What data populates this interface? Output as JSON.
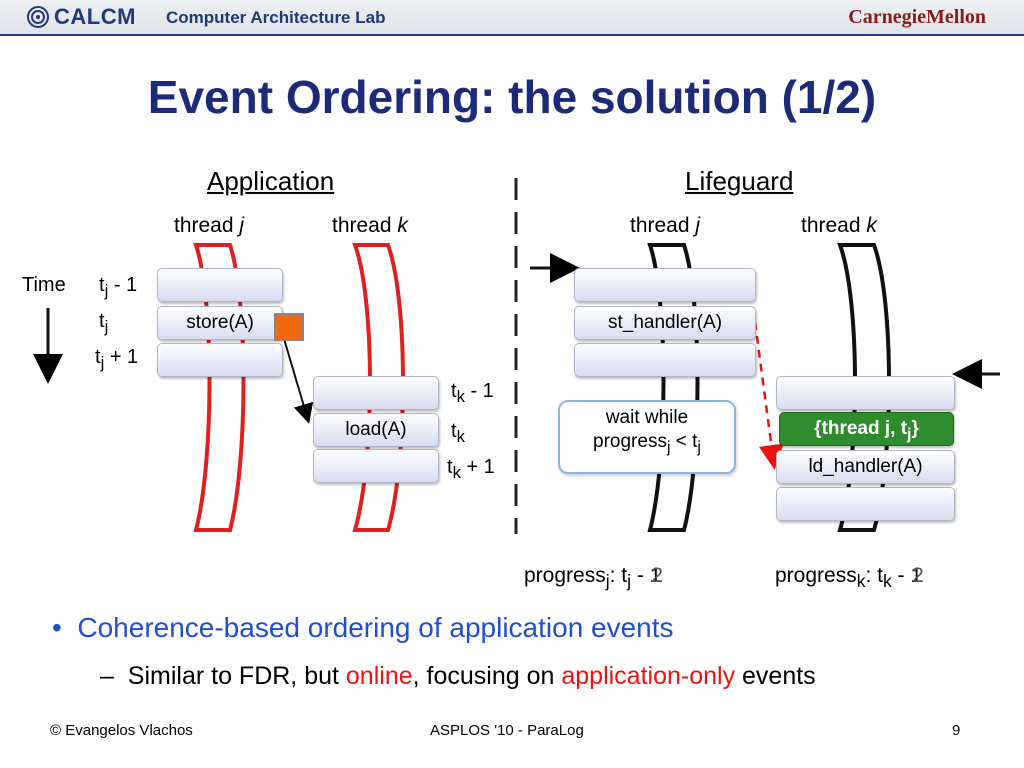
{
  "header": {
    "logo_text": "CALCM",
    "lab_name": "Computer Architecture Lab",
    "university": "CarnegieMellon"
  },
  "title": "Event Ordering: the solution (1/2)",
  "application": {
    "heading": "Application",
    "thread_j_label": "thread ",
    "thread_j_var": "j",
    "thread_k_label": "thread ",
    "thread_k_var": "k",
    "time_label": "Time",
    "store_box": "store(A)",
    "load_box": "load(A)"
  },
  "lifeguard": {
    "heading": "Lifeguard",
    "thread_j_label": "thread ",
    "thread_j_var": "j",
    "thread_k_label": "thread ",
    "thread_k_var": "k",
    "st_handler": "st_handler(A)",
    "ld_handler": "ld_handler(A)",
    "thread_tag": "{thread j, t",
    "thread_tag_sub": "j",
    "thread_tag_end": "}",
    "callout_line1": "wait while",
    "callout_line2_a": "progress",
    "callout_line2_sub": "j",
    "callout_line2_b": " < t",
    "callout_line2_sub2": "j",
    "progress_j_a": "progress",
    "progress_j_sub": "j",
    "progress_j_b": ": t",
    "progress_j_sub2": "j",
    "progress_j_c": " - 1",
    "progress_j_overlay": "2",
    "progress_k_a": "progress",
    "progress_k_sub": "k",
    "progress_k_b": ": t",
    "progress_k_sub2": "k",
    "progress_k_c": " - 1",
    "progress_k_overlay": "2"
  },
  "time_labels": {
    "tj_minus_1_a": "t",
    "tj_minus_1_sub": "j",
    "tj_minus_1_b": " - 1",
    "tj_a": "t",
    "tj_sub": "j",
    "tj_plus_1_a": "t",
    "tj_plus_1_sub": "j",
    "tj_plus_1_b": " + 1",
    "tk_minus_1_a": "t",
    "tk_minus_1_sub": "k",
    "tk_minus_1_b": " - 1",
    "tk_a": "t",
    "tk_sub": "k",
    "tk_plus_1_a": "t",
    "tk_plus_1_sub": "k",
    "tk_plus_1_b": " + 1"
  },
  "bullets": {
    "main": "Coherence-based ordering of application events",
    "sub_prefix": "Similar to FDR, but ",
    "sub_online": "online",
    "sub_mid": ", focusing on ",
    "sub_apponly": "application-only",
    "sub_suffix": " events"
  },
  "footer": {
    "author": "© Evangelos Vlachos",
    "venue": "ASPLOS '10 - ParaLog",
    "page": "9"
  },
  "colors": {
    "title": "#1c2a7a",
    "bullet": "#1f4fd1",
    "highlight": "#e11111",
    "app_thread": "#e02020",
    "lifeguard_thread": "#111111",
    "tag_green": "#2e8b2e",
    "orange": "#f26a10"
  }
}
